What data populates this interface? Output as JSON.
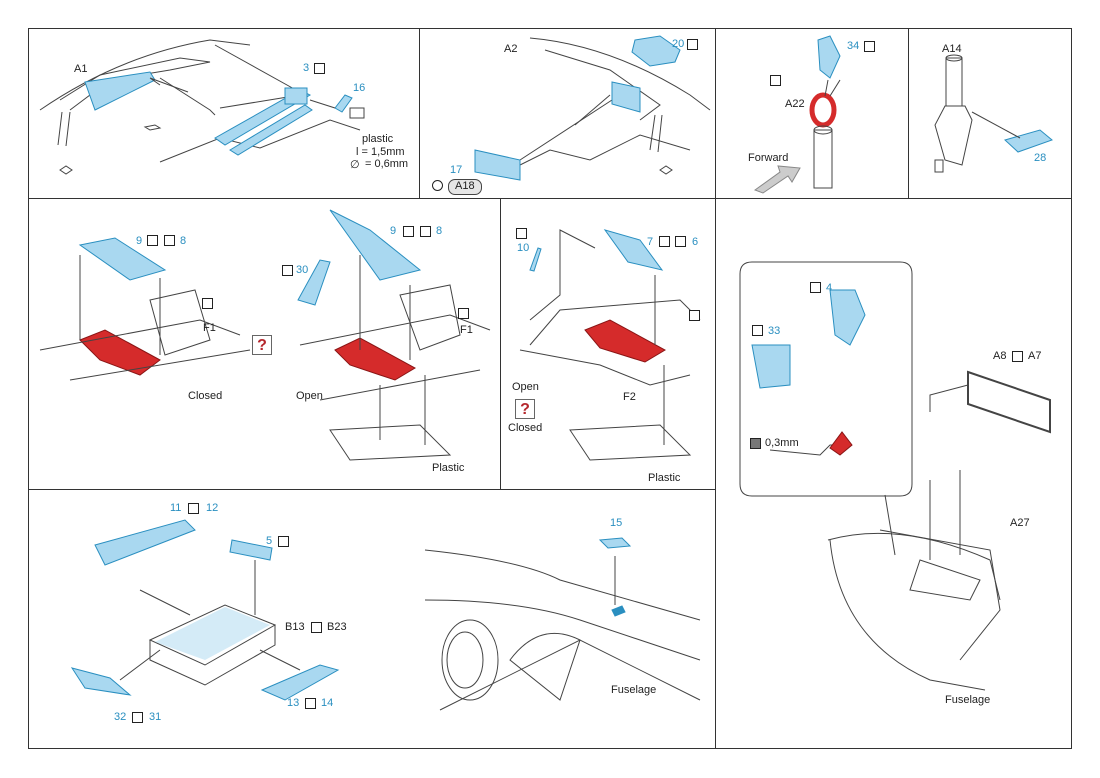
{
  "colors": {
    "etch": "#a9d8f0",
    "etch_stroke": "#2a8fc0",
    "red_part": "#d52b2b",
    "frame": "#333333",
    "line": "#444444",
    "question_mark": "#b5272d"
  },
  "icons": {
    "fold": "fold-tick-icon",
    "twist": "twist-yin-yang-icon",
    "paint": "paint-square-icon",
    "pe_sheet": "pe-sheet-icon",
    "bend": "bend-file-icon",
    "question": "question-icon"
  },
  "panel1": {
    "part_a1": "A1",
    "p3": "3",
    "p16": "16",
    "plastic_title": "plastic",
    "plastic_len": "l = 1,5mm",
    "plastic_dia": "= 0,6mm",
    "dia_symbol": "∅"
  },
  "panel2": {
    "part_a2": "A2",
    "p20": "20",
    "p17": "17",
    "part_a18": "A18"
  },
  "panel3": {
    "p34": "34",
    "part_a22": "A22",
    "forward": "Forward"
  },
  "panel4": {
    "part_a14": "A14",
    "p28": "28"
  },
  "panel5": {
    "p9": "9",
    "p8": "8",
    "p30": "30",
    "p9b": "9",
    "p8b": "8",
    "part_f1": "F1",
    "part_f1b": "F1",
    "closed": "Closed",
    "open": "Open",
    "plastic": "Plastic",
    "qmark": "?"
  },
  "panel6": {
    "p10": "10",
    "p7": "7",
    "p6": "6",
    "open": "Open",
    "closed": "Closed",
    "part_f2": "F2",
    "plastic": "Plastic",
    "qmark": "?"
  },
  "panel7": {
    "p4": "4",
    "p33": "33",
    "thickness": "0,3mm",
    "part_a8": "A8",
    "part_a7": "A7",
    "part_a27": "A27",
    "fuselage": "Fuselage"
  },
  "panel8": {
    "p11": "11",
    "p12": "12",
    "p5": "5",
    "part_b13": "B13",
    "part_b23": "B23",
    "p32": "32",
    "p31": "31",
    "p13": "13",
    "p14": "14"
  },
  "panel9": {
    "p15": "15",
    "fuselage": "Fuselage"
  }
}
